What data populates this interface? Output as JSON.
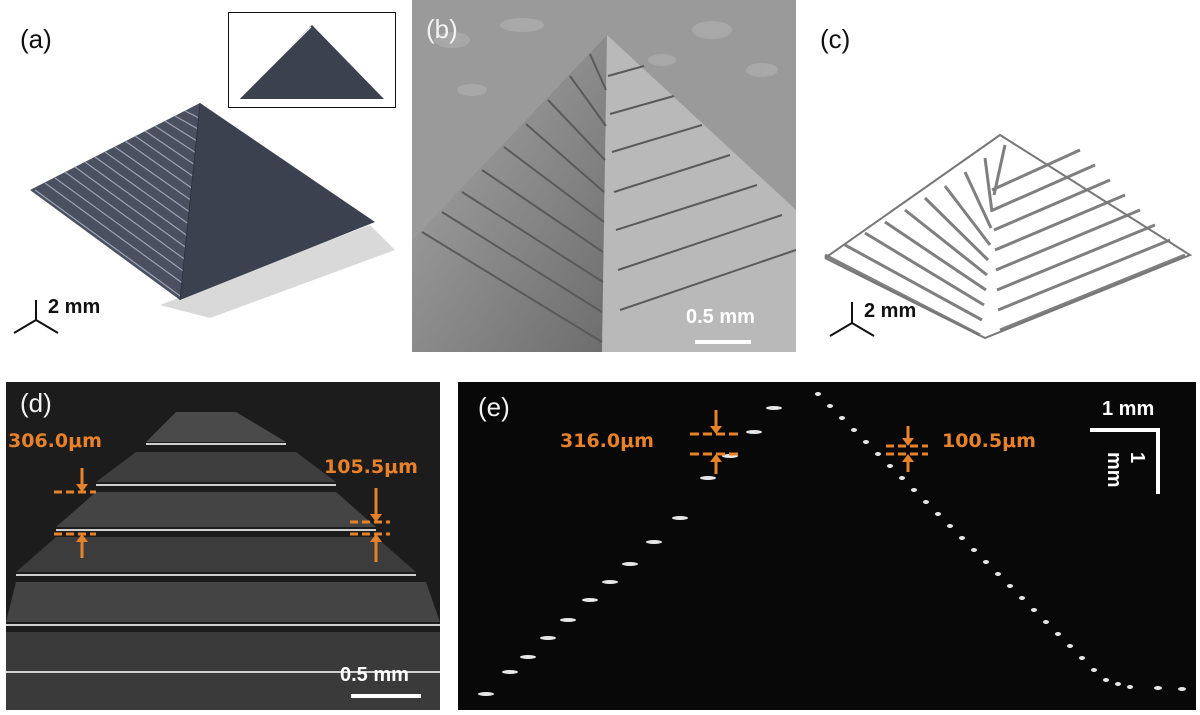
{
  "panels": {
    "a": {
      "label": "(a)",
      "scale": "2 mm"
    },
    "b": {
      "label": "(b)",
      "scale": "0.5 mm"
    },
    "c": {
      "label": "(c)",
      "scale": "2 mm"
    },
    "d": {
      "label": "(d)",
      "scale": "0.5 mm",
      "meas_left": "306.0μm",
      "meas_right": "105.5μm"
    },
    "e": {
      "label": "(e)",
      "scale_h": "1 mm",
      "scale_v": "1 mm",
      "meas_left": "316.0μm",
      "meas_right": "100.5μm"
    }
  },
  "colors": {
    "annotation": "#e8822a",
    "model": "#3c4150",
    "background_dark": "#0a0a0a"
  }
}
